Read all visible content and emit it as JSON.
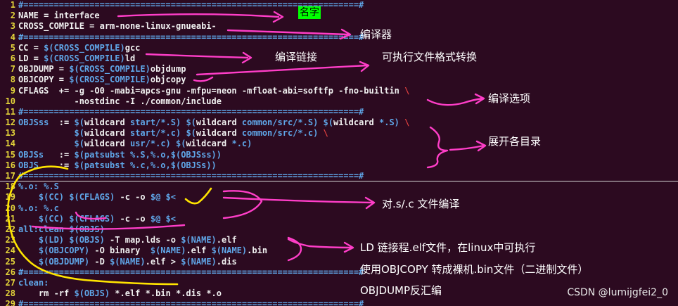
{
  "editor": {
    "lines": [
      {
        "n": "1",
        "parts": [
          {
            "c": "sep",
            "t": "#==================================================================#"
          }
        ]
      },
      {
        "n": "2",
        "parts": [
          {
            "c": "white",
            "t": "NAME = interface"
          }
        ]
      },
      {
        "n": "3",
        "parts": [
          {
            "c": "white",
            "t": "CROSS_COMPILE = arm-none-linux-gnueabi-"
          }
        ]
      },
      {
        "n": "4",
        "parts": [
          {
            "c": "sep",
            "t": "#==================================================================#"
          }
        ]
      },
      {
        "n": "5",
        "parts": [
          {
            "c": "white",
            "t": "CC = "
          },
          {
            "c": "blue",
            "t": "$(CROSS_COMPILE)"
          },
          {
            "c": "white",
            "t": "gcc"
          }
        ]
      },
      {
        "n": "6",
        "parts": [
          {
            "c": "white",
            "t": "LD = "
          },
          {
            "c": "blue",
            "t": "$(CROSS_COMPILE)"
          },
          {
            "c": "white",
            "t": "ld"
          }
        ]
      },
      {
        "n": "7",
        "parts": [
          {
            "c": "white",
            "t": "OBJDUMP = "
          },
          {
            "c": "blue",
            "t": "$(CROSS_COMPILE)"
          },
          {
            "c": "white",
            "t": "objdump"
          }
        ]
      },
      {
        "n": "8",
        "parts": [
          {
            "c": "white",
            "t": "OBJCOPY = "
          },
          {
            "c": "blue",
            "t": "$(CROSS_COMPILE)"
          },
          {
            "c": "white",
            "t": "objcopy"
          }
        ]
      },
      {
        "n": "9",
        "parts": [
          {
            "c": "white",
            "t": "CFLAGS  += -g -O0 -mabi=apcs-gnu -mfpu=neon -mfloat-abi=softfp -fno-builtin "
          },
          {
            "c": "red",
            "t": "\\"
          }
        ]
      },
      {
        "n": "10",
        "parts": [
          {
            "c": "white",
            "t": "           -nostdinc -I ./common/include"
          }
        ]
      },
      {
        "n": "11",
        "parts": [
          {
            "c": "sep",
            "t": "#==================================================================#"
          }
        ]
      },
      {
        "n": "12",
        "parts": [
          {
            "c": "blue",
            "t": "OBJSss"
          },
          {
            "c": "white",
            "t": "  := "
          },
          {
            "c": "blue",
            "t": "$("
          },
          {
            "c": "white",
            "t": "wildcard "
          },
          {
            "c": "blue",
            "t": "start/*.S) $("
          },
          {
            "c": "white",
            "t": "wildcard "
          },
          {
            "c": "blue",
            "t": "common/src/*.S) $("
          },
          {
            "c": "white",
            "t": "wildcard "
          },
          {
            "c": "blue",
            "t": "*.S)"
          },
          {
            "c": "white",
            "t": " "
          },
          {
            "c": "red",
            "t": "\\"
          }
        ]
      },
      {
        "n": "13",
        "parts": [
          {
            "c": "white",
            "t": "           "
          },
          {
            "c": "blue",
            "t": "$("
          },
          {
            "c": "white",
            "t": "wildcard "
          },
          {
            "c": "blue",
            "t": "start/*.c) $("
          },
          {
            "c": "white",
            "t": "wildcard "
          },
          {
            "c": "blue",
            "t": "common/src/*.c)"
          },
          {
            "c": "white",
            "t": " "
          },
          {
            "c": "red",
            "t": "\\"
          }
        ]
      },
      {
        "n": "14",
        "parts": [
          {
            "c": "white",
            "t": "           "
          },
          {
            "c": "blue",
            "t": "$("
          },
          {
            "c": "white",
            "t": "wildcard "
          },
          {
            "c": "blue",
            "t": "usr/*.c) $("
          },
          {
            "c": "white",
            "t": "wildcard "
          },
          {
            "c": "blue",
            "t": "*.c)"
          }
        ]
      },
      {
        "n": "15",
        "parts": [
          {
            "c": "blue",
            "t": "OBJSs"
          },
          {
            "c": "white",
            "t": "   := "
          },
          {
            "c": "blue",
            "t": "$(patsubst %.S,%.o,$(OBJSss))"
          }
        ]
      },
      {
        "n": "16",
        "parts": [
          {
            "c": "blue",
            "t": "OBJS"
          },
          {
            "c": "white",
            "t": "    := "
          },
          {
            "c": "blue",
            "t": "$(patsubst %.c,%.o,$(OBJSs))"
          }
        ]
      },
      {
        "n": "17",
        "parts": [
          {
            "c": "sep",
            "t": "#==================================================================#"
          }
        ]
      },
      {
        "n": "18",
        "parts": [
          {
            "c": "blue",
            "t": "%.o: %.S"
          }
        ]
      },
      {
        "n": "19",
        "parts": [
          {
            "c": "white",
            "t": "    "
          },
          {
            "c": "blue",
            "t": "$(CC) $(CFLAGS)"
          },
          {
            "c": "white",
            "t": " -c -o "
          },
          {
            "c": "blue",
            "t": "$@ $<"
          }
        ]
      },
      {
        "n": "20",
        "parts": [
          {
            "c": "blue",
            "t": "%.o: %.c"
          }
        ]
      },
      {
        "n": "21",
        "parts": [
          {
            "c": "white",
            "t": "    "
          },
          {
            "c": "blue",
            "t": "$(CC) $(CFLAGS)"
          },
          {
            "c": "white",
            "t": " -c -o "
          },
          {
            "c": "blue",
            "t": "$@ $<"
          }
        ]
      },
      {
        "n": "22",
        "parts": [
          {
            "c": "blue",
            "t": "all:clean $(OBJS)"
          }
        ]
      },
      {
        "n": "23",
        "parts": [
          {
            "c": "white",
            "t": "    "
          },
          {
            "c": "blue",
            "t": "$(LD) $(OBJS)"
          },
          {
            "c": "white",
            "t": " -T map.lds -o "
          },
          {
            "c": "blue",
            "t": "$(NAME)"
          },
          {
            "c": "white",
            "t": ".elf"
          }
        ]
      },
      {
        "n": "24",
        "parts": [
          {
            "c": "white",
            "t": "    "
          },
          {
            "c": "blue",
            "t": "$(OBJCOPY)"
          },
          {
            "c": "white",
            "t": " -O binary  "
          },
          {
            "c": "blue",
            "t": "$(NAME)"
          },
          {
            "c": "white",
            "t": ".elf "
          },
          {
            "c": "blue",
            "t": "$(NAME)"
          },
          {
            "c": "white",
            "t": ".bin"
          }
        ]
      },
      {
        "n": "25",
        "parts": [
          {
            "c": "white",
            "t": "    "
          },
          {
            "c": "blue",
            "t": "$(OBJDUMP)"
          },
          {
            "c": "white",
            "t": " -D "
          },
          {
            "c": "blue",
            "t": "$(NAME)"
          },
          {
            "c": "white",
            "t": ".elf > "
          },
          {
            "c": "blue",
            "t": "$(NAME)"
          },
          {
            "c": "white",
            "t": ".dis"
          }
        ]
      },
      {
        "n": "26",
        "parts": [
          {
            "c": "sep",
            "t": "#==================================================================#"
          }
        ]
      },
      {
        "n": "27",
        "parts": [
          {
            "c": "blue",
            "t": "clean:"
          }
        ]
      },
      {
        "n": "28",
        "parts": [
          {
            "c": "white",
            "t": "    rm -rf "
          },
          {
            "c": "blue",
            "t": "$(OBJS)"
          },
          {
            "c": "white",
            "t": " *.elf *.bin *.dis *.o"
          }
        ]
      },
      {
        "n": "29",
        "parts": [
          {
            "c": "sep",
            "t": "#==================================================================#"
          }
        ]
      }
    ]
  },
  "annotations": {
    "name": "名字",
    "compiler": "编译器",
    "linker": "编译链接",
    "format_convert": "可执行文件格式转换",
    "compile_options": "编译选项",
    "expand_dirs": "展开各目录",
    "compile_sc": "对.s/.c 文件编译",
    "ld_elf": "LD 链接程.elf文件，在linux中可执行",
    "objcopy_bin": "使用OBJCOPY 转成裸机.bin文件（二进制文件）",
    "objdump": "OBJDUMP反汇编"
  },
  "colors": {
    "background": "#2c0a20",
    "line_number": "#e4d53a",
    "keyword": "#5fa6e8",
    "continuation": "#e0403f",
    "pen": "#ff3ec8",
    "highlight_pen": "#ffe400"
  },
  "watermark": "CSDN @lumijgfei2_0"
}
